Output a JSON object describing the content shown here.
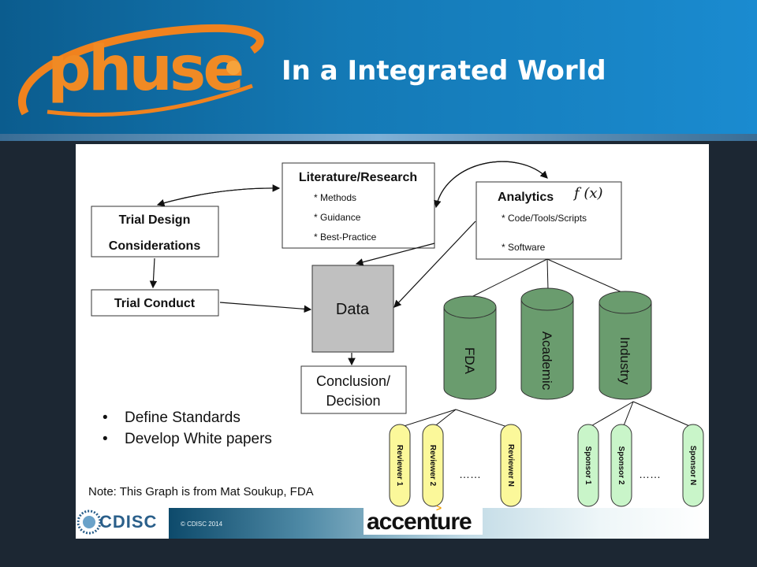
{
  "header": {
    "title": "In a Integrated World",
    "logo_text": "phuse"
  },
  "diagram": {
    "literature": {
      "title": "Literature/Research",
      "items": [
        "* Methods",
        "* Guidance",
        "* Best-Practice"
      ]
    },
    "analytics": {
      "title": "Analytics",
      "formula": "f (x)",
      "items": [
        "* Code/Tools/Scripts",
        "* Software"
      ]
    },
    "trial_design": {
      "line1": "Trial Design",
      "line2": "Considerations"
    },
    "trial_conduct": "Trial Conduct",
    "data": "Data",
    "conclusion": {
      "line1": "Conclusion/",
      "line2": "Decision"
    },
    "cylinders": [
      "FDA",
      "Academic",
      "Industry"
    ],
    "reviewers": [
      "Reviewer 1",
      "Reviewer 2",
      "Reviewer N"
    ],
    "sponsors": [
      "Sponsor 1",
      "Sponsor 2",
      "Sponsor N"
    ],
    "ellipsis": "……",
    "colors": {
      "cylinder": "#6a9c6e",
      "reviewer": "#fbf89a",
      "sponsor": "#c9f5c9",
      "data_box": "#c0c0c0"
    }
  },
  "bullets": [
    "Define Standards",
    "Develop White papers"
  ],
  "note": "Note: This Graph is from Mat Soukup, FDA",
  "footer": {
    "cdisc": "CDISC",
    "copyright": "© CDISC 2014",
    "accenture": "accenture"
  }
}
